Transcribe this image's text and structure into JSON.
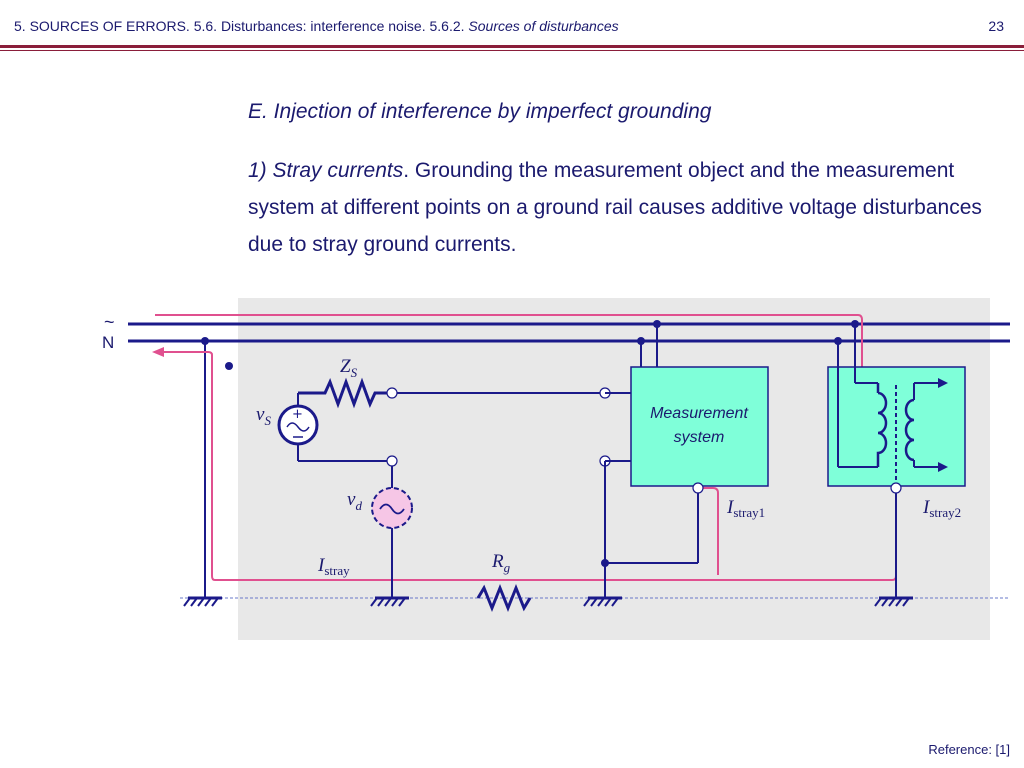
{
  "header": {
    "breadcrumb_plain": "5. SOURCES OF ERRORS. 5.6. Disturbances: interference noise. 5.6.2. ",
    "breadcrumb_italic": "Sources of disturbances",
    "page_number": "23"
  },
  "section": {
    "title": "E.  Injection of interference by imperfect grounding",
    "para_lead": "1) Stray currents",
    "para_body": ". Grounding the measurement object and the measurement system at different points on a ground rail causes additive voltage disturbances due to stray ground currents."
  },
  "diagram": {
    "line_label_phase": "~",
    "line_label_neutral": "N",
    "box_label_line1": "Measurement",
    "box_label_line2": "system",
    "source_zs_main": "Z",
    "source_zs_sub": "S",
    "source_vs_main": "v",
    "source_vs_sub": "S",
    "source_vd_main": "v",
    "source_vd_sub": "d",
    "resistor_rg_main": "R",
    "resistor_rg_sub": "g",
    "current_stray_main": "I",
    "current_stray_sub": "stray",
    "current_stray1_main": "I",
    "current_stray1_sub": "stray1",
    "current_stray2_main": "I",
    "current_stray2_sub": "stray2",
    "colors": {
      "wire": "#1b1a8a",
      "stray_path": "#e0508f",
      "box_fill": "#7fffd9",
      "panel": "#e8e8e8"
    }
  },
  "footer": {
    "reference": "Reference: [1]"
  }
}
